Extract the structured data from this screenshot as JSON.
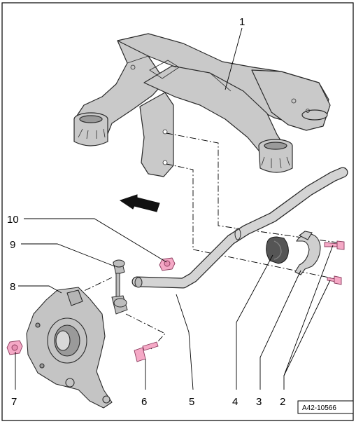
{
  "callouts": {
    "c1": "1",
    "c2": "2",
    "c3": "3",
    "c4": "4",
    "c5": "5",
    "c6": "6",
    "c7": "7",
    "c8": "8",
    "c9": "9",
    "c10": "10"
  },
  "reference_code": "A42-10566",
  "colors": {
    "part_fill": "#c9c9c9",
    "part_stroke": "#2a2a2a",
    "bolt_fill": "#f5a9c6",
    "bolt_stroke": "#8a3a5c",
    "bushing_fill": "#555555",
    "arrow_fill": "#111111"
  },
  "icons": {
    "direction_arrow": "arrow-left-icon"
  }
}
